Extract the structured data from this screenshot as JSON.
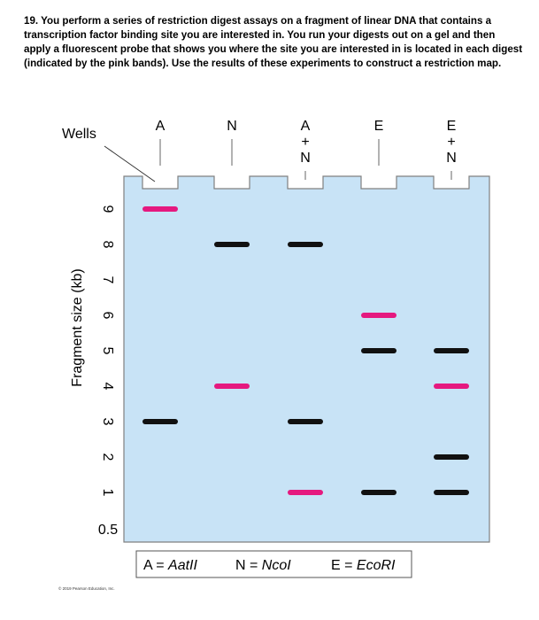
{
  "question": {
    "text": "19. You perform a series of restriction digest assays on a fragment of linear DNA that contains a transcription factor binding site you are interested in. You run your digests out on a gel and then apply a fluorescent probe that shows you where the site you are interested in is located in each digest (indicated by the pink bands). Use the results of these experiments to construct a restriction map."
  },
  "gel": {
    "wells_label": "Wells",
    "y_axis_label": "Fragment size (kb)",
    "tick_labels": [
      "9",
      "8",
      "7",
      "6",
      "5",
      "4",
      "3",
      "2",
      "1",
      "0.5"
    ],
    "lanes": [
      {
        "label_lines": [
          "A"
        ],
        "bands": [
          {
            "kb": 9,
            "color": "pink"
          },
          {
            "kb": 3,
            "color": "black"
          }
        ]
      },
      {
        "label_lines": [
          "N"
        ],
        "bands": [
          {
            "kb": 8,
            "color": "black"
          },
          {
            "kb": 4,
            "color": "pink"
          }
        ]
      },
      {
        "label_lines": [
          "A",
          "+",
          "N"
        ],
        "bands": [
          {
            "kb": 8,
            "color": "black"
          },
          {
            "kb": 3,
            "color": "black"
          },
          {
            "kb": 1,
            "color": "pink"
          }
        ]
      },
      {
        "label_lines": [
          "E"
        ],
        "bands": [
          {
            "kb": 6,
            "color": "pink"
          },
          {
            "kb": 5,
            "color": "black"
          },
          {
            "kb": 1,
            "color": "black"
          }
        ]
      },
      {
        "label_lines": [
          "E",
          "+",
          "N"
        ],
        "bands": [
          {
            "kb": 5,
            "color": "black"
          },
          {
            "kb": 4,
            "color": "pink"
          },
          {
            "kb": 2,
            "color": "black"
          },
          {
            "kb": 1,
            "color": "black"
          }
        ]
      }
    ],
    "key": [
      {
        "letter": "A",
        "enzyme": "AatII"
      },
      {
        "letter": "N",
        "enzyme": "NcoI"
      },
      {
        "letter": "E",
        "enzyme": "EcoRI"
      }
    ]
  },
  "colors": {
    "gel_fill": "#c8e3f6",
    "gel_stroke": "#808080",
    "pink_band": "#e5197f",
    "black_band": "#111111"
  },
  "copyright": "© 2019 Pearson Education, Inc."
}
